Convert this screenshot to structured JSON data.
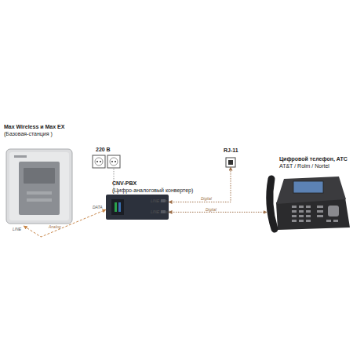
{
  "diagram": {
    "nodes": [
      {
        "text": [
          "Max Wireless и Max EX",
          "(Базовая-станция )"
        ]
      },
      {
        "text": [
          "220 В"
        ]
      },
      {
        "text": [
          "RJ-11"
        ]
      },
      {
        "text": [
          "CNV-PBX",
          "(Цифро-аналоговый конвертер)"
        ]
      },
      {
        "text": [
          "Цифровой телефон, АТС",
          "AT&T / Rolm / Nortel"
        ]
      }
    ],
    "edges": [
      {
        "from": 0,
        "to": 3,
        "label": "Analog",
        "arrow": "both"
      },
      {
        "from": 1,
        "to": 3,
        "arrow": "none"
      },
      {
        "from": 3,
        "to": 2,
        "label": "Digital",
        "arrow": "both"
      },
      {
        "from": 3,
        "to": 4,
        "label": "Digital",
        "arrow": "both"
      }
    ],
    "labels": [
      "LINE",
      "DATA",
      "LINE D in",
      "LINE D out"
    ]
  }
}
